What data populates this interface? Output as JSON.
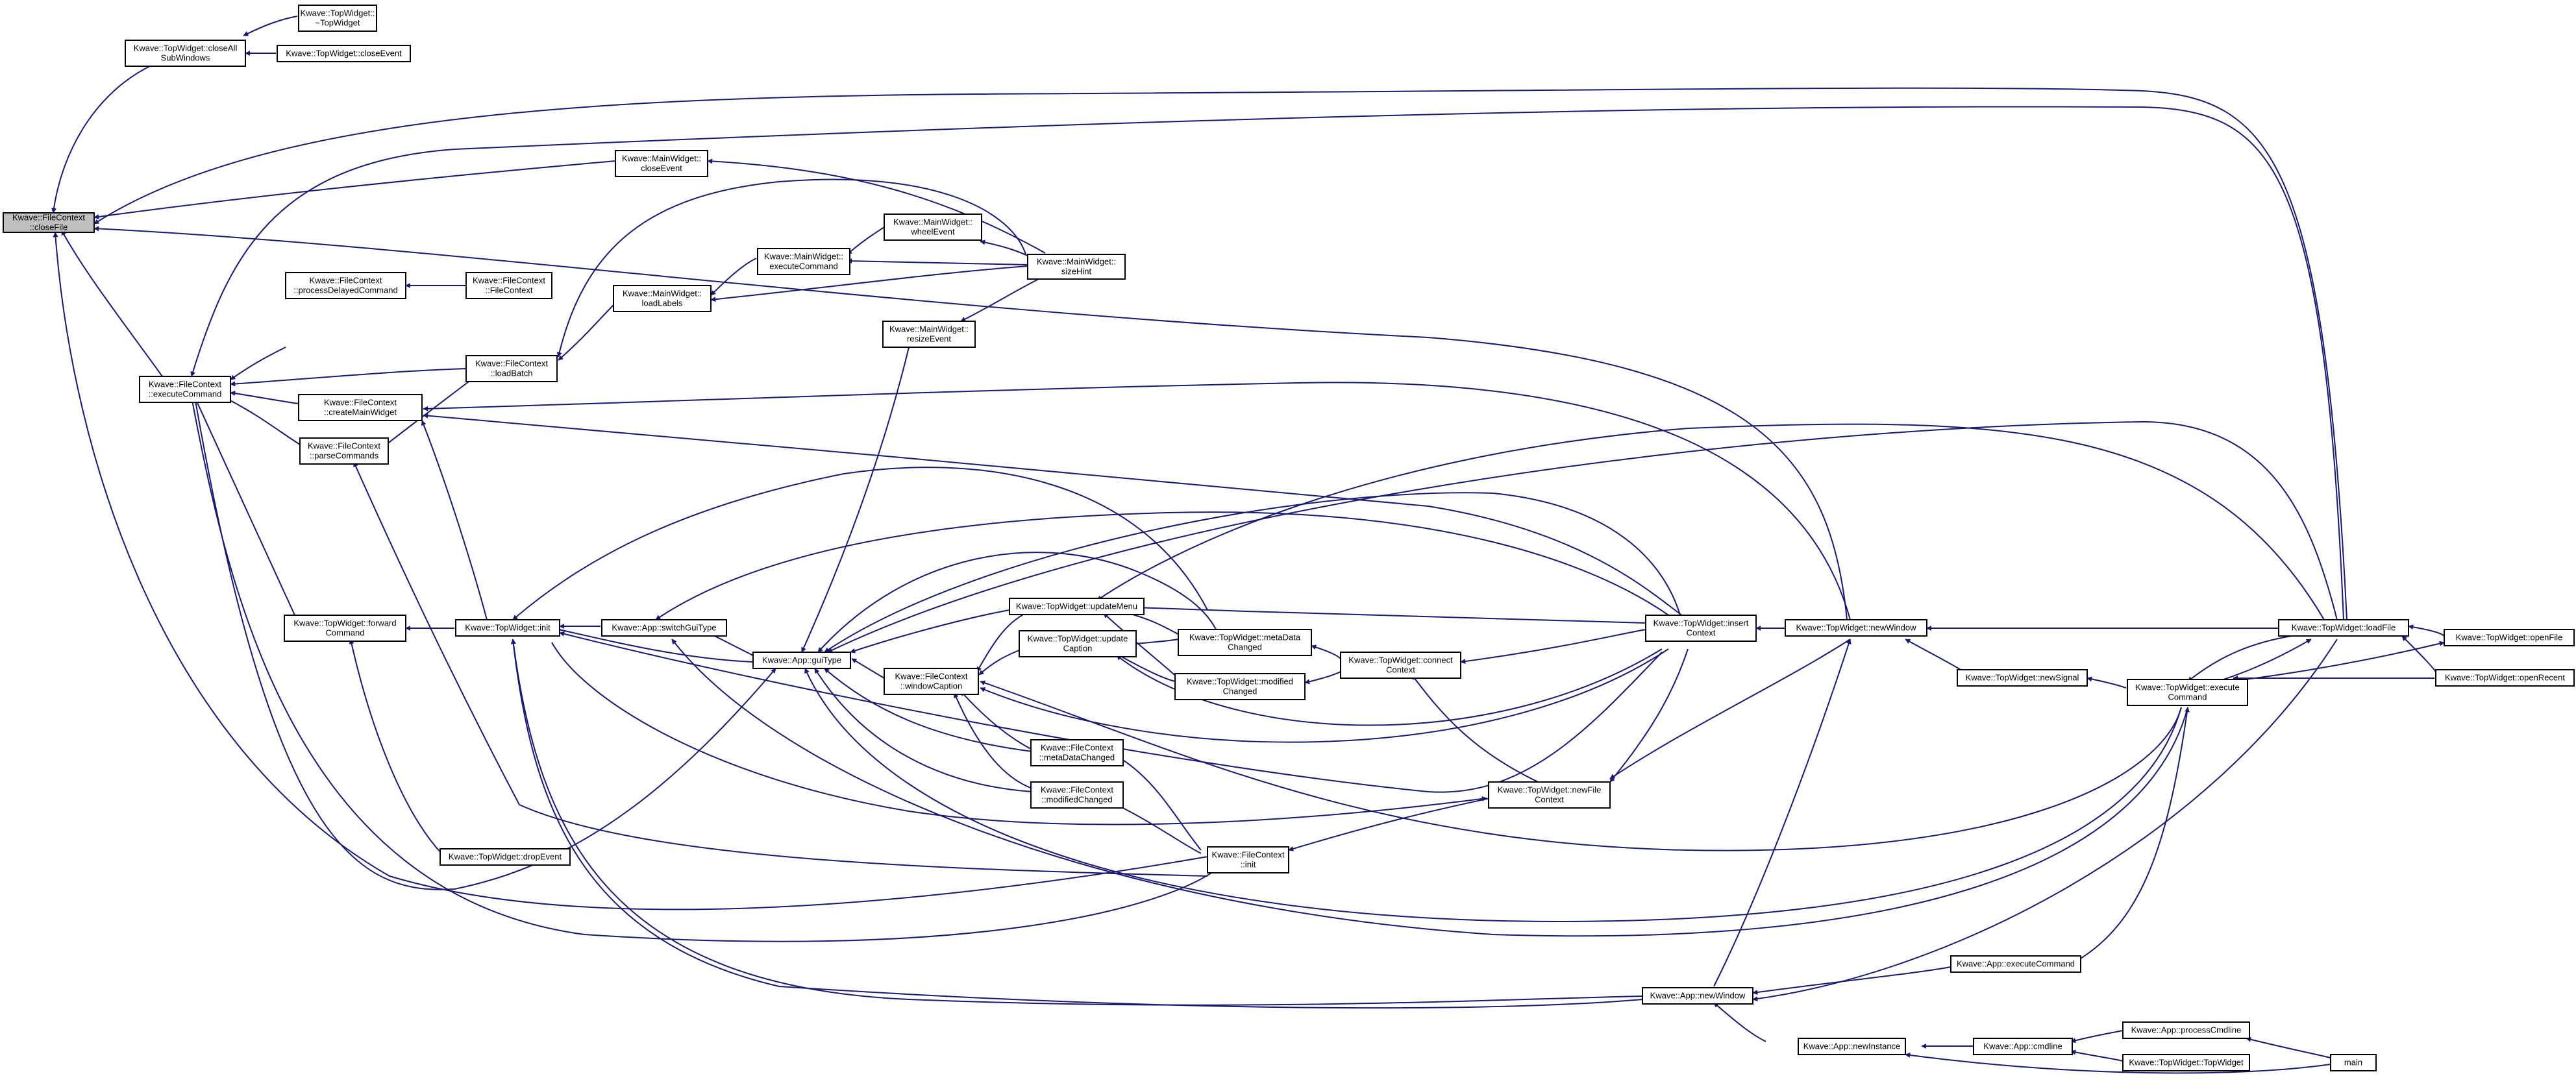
{
  "colors": {
    "edge": "#191970",
    "root_fill": "#bfbfbf",
    "node_fill": "#ffffff",
    "border": "#000000"
  },
  "nodes": [
    {
      "id": "closeFile",
      "lines": [
        "Kwave::FileContext",
        "::closeFile"
      ],
      "root": true
    },
    {
      "id": "tw_dtor",
      "lines": [
        "Kwave::TopWidget::",
        "~TopWidget"
      ]
    },
    {
      "id": "closeAll",
      "lines": [
        "Kwave::TopWidget::closeAll",
        "SubWindows"
      ]
    },
    {
      "id": "tw_closeEvent",
      "lines": [
        "Kwave::TopWidget::closeEvent"
      ]
    },
    {
      "id": "mw_closeEvent",
      "lines": [
        "Kwave::MainWidget::",
        "closeEvent"
      ]
    },
    {
      "id": "mw_wheelEvent",
      "lines": [
        "Kwave::MainWidget::",
        "wheelEvent"
      ]
    },
    {
      "id": "mw_executeCommand",
      "lines": [
        "Kwave::MainWidget::",
        "executeCommand"
      ]
    },
    {
      "id": "mw_sizeHint",
      "lines": [
        "Kwave::MainWidget::",
        "sizeHint"
      ]
    },
    {
      "id": "mw_loadLabels",
      "lines": [
        "Kwave::MainWidget::",
        "loadLabels"
      ]
    },
    {
      "id": "mw_resizeEvent",
      "lines": [
        "Kwave::MainWidget::",
        "resizeEvent"
      ]
    },
    {
      "id": "fc_processDelayed",
      "lines": [
        "Kwave::FileContext",
        "::processDelayedCommand"
      ]
    },
    {
      "id": "fc_ctor",
      "lines": [
        "Kwave::FileContext",
        "::FileContext"
      ]
    },
    {
      "id": "fc_loadBatch",
      "lines": [
        "Kwave::FileContext",
        "::loadBatch"
      ]
    },
    {
      "id": "fc_executeCommand",
      "lines": [
        "Kwave::FileContext",
        "::executeCommand"
      ]
    },
    {
      "id": "fc_createMainWidget",
      "lines": [
        "Kwave::FileContext",
        "::createMainWidget"
      ]
    },
    {
      "id": "fc_parseCommands",
      "lines": [
        "Kwave::FileContext",
        "::parseCommands"
      ]
    },
    {
      "id": "tw_forwardCommand",
      "lines": [
        "Kwave::TopWidget::forward",
        "Command"
      ]
    },
    {
      "id": "tw_init",
      "lines": [
        "Kwave::TopWidget::init"
      ]
    },
    {
      "id": "app_switchGuiType",
      "lines": [
        "Kwave::App::switchGuiType"
      ]
    },
    {
      "id": "app_guiType",
      "lines": [
        "Kwave::App::guiType"
      ]
    },
    {
      "id": "tw_updateMenu",
      "lines": [
        "Kwave::TopWidget::updateMenu"
      ]
    },
    {
      "id": "tw_updateCaption",
      "lines": [
        "Kwave::TopWidget::update",
        "Caption"
      ]
    },
    {
      "id": "fc_windowCaption",
      "lines": [
        "Kwave::FileContext",
        "::windowCaption"
      ]
    },
    {
      "id": "tw_metaDataChanged",
      "lines": [
        "Kwave::TopWidget::metaData",
        "Changed"
      ]
    },
    {
      "id": "tw_modifiedChanged",
      "lines": [
        "Kwave::TopWidget::modified",
        "Changed"
      ]
    },
    {
      "id": "tw_connectContext",
      "lines": [
        "Kwave::TopWidget::connect",
        "Context"
      ]
    },
    {
      "id": "fc_metaDataChanged",
      "lines": [
        "Kwave::FileContext",
        "::metaDataChanged"
      ]
    },
    {
      "id": "fc_modifiedChanged",
      "lines": [
        "Kwave::FileContext",
        "::modifiedChanged"
      ]
    },
    {
      "id": "fc_init",
      "lines": [
        "Kwave::FileContext",
        "::init"
      ]
    },
    {
      "id": "tw_dropEvent",
      "lines": [
        "Kwave::TopWidget::dropEvent"
      ]
    },
    {
      "id": "tw_newFileContext",
      "lines": [
        "Kwave::TopWidget::newFile",
        "Context"
      ]
    },
    {
      "id": "tw_insertContext",
      "lines": [
        "Kwave::TopWidget::insert",
        "Context"
      ]
    },
    {
      "id": "tw_newWindow",
      "lines": [
        "Kwave::TopWidget::newWindow"
      ]
    },
    {
      "id": "tw_newSignal",
      "lines": [
        "Kwave::TopWidget::newSignal"
      ]
    },
    {
      "id": "tw_loadFile",
      "lines": [
        "Kwave::TopWidget::loadFile"
      ]
    },
    {
      "id": "tw_executeCommand",
      "lines": [
        "Kwave::TopWidget::execute",
        "Command"
      ]
    },
    {
      "id": "tw_openFile",
      "lines": [
        "Kwave::TopWidget::openFile"
      ]
    },
    {
      "id": "tw_openRecent",
      "lines": [
        "Kwave::TopWidget::openRecent"
      ]
    },
    {
      "id": "app_newWindow",
      "lines": [
        "Kwave::App::newWindow"
      ]
    },
    {
      "id": "app_executeCommand",
      "lines": [
        "Kwave::App::executeCommand"
      ]
    },
    {
      "id": "app_newInstance",
      "lines": [
        "Kwave::App::newInstance"
      ]
    },
    {
      "id": "app_cmdline",
      "lines": [
        "Kwave::App::cmdline"
      ]
    },
    {
      "id": "app_processCmdline",
      "lines": [
        "Kwave::App::processCmdline"
      ]
    },
    {
      "id": "tw_ctor",
      "lines": [
        "Kwave::TopWidget::TopWidget"
      ]
    },
    {
      "id": "main",
      "lines": [
        "main"
      ]
    }
  ]
}
